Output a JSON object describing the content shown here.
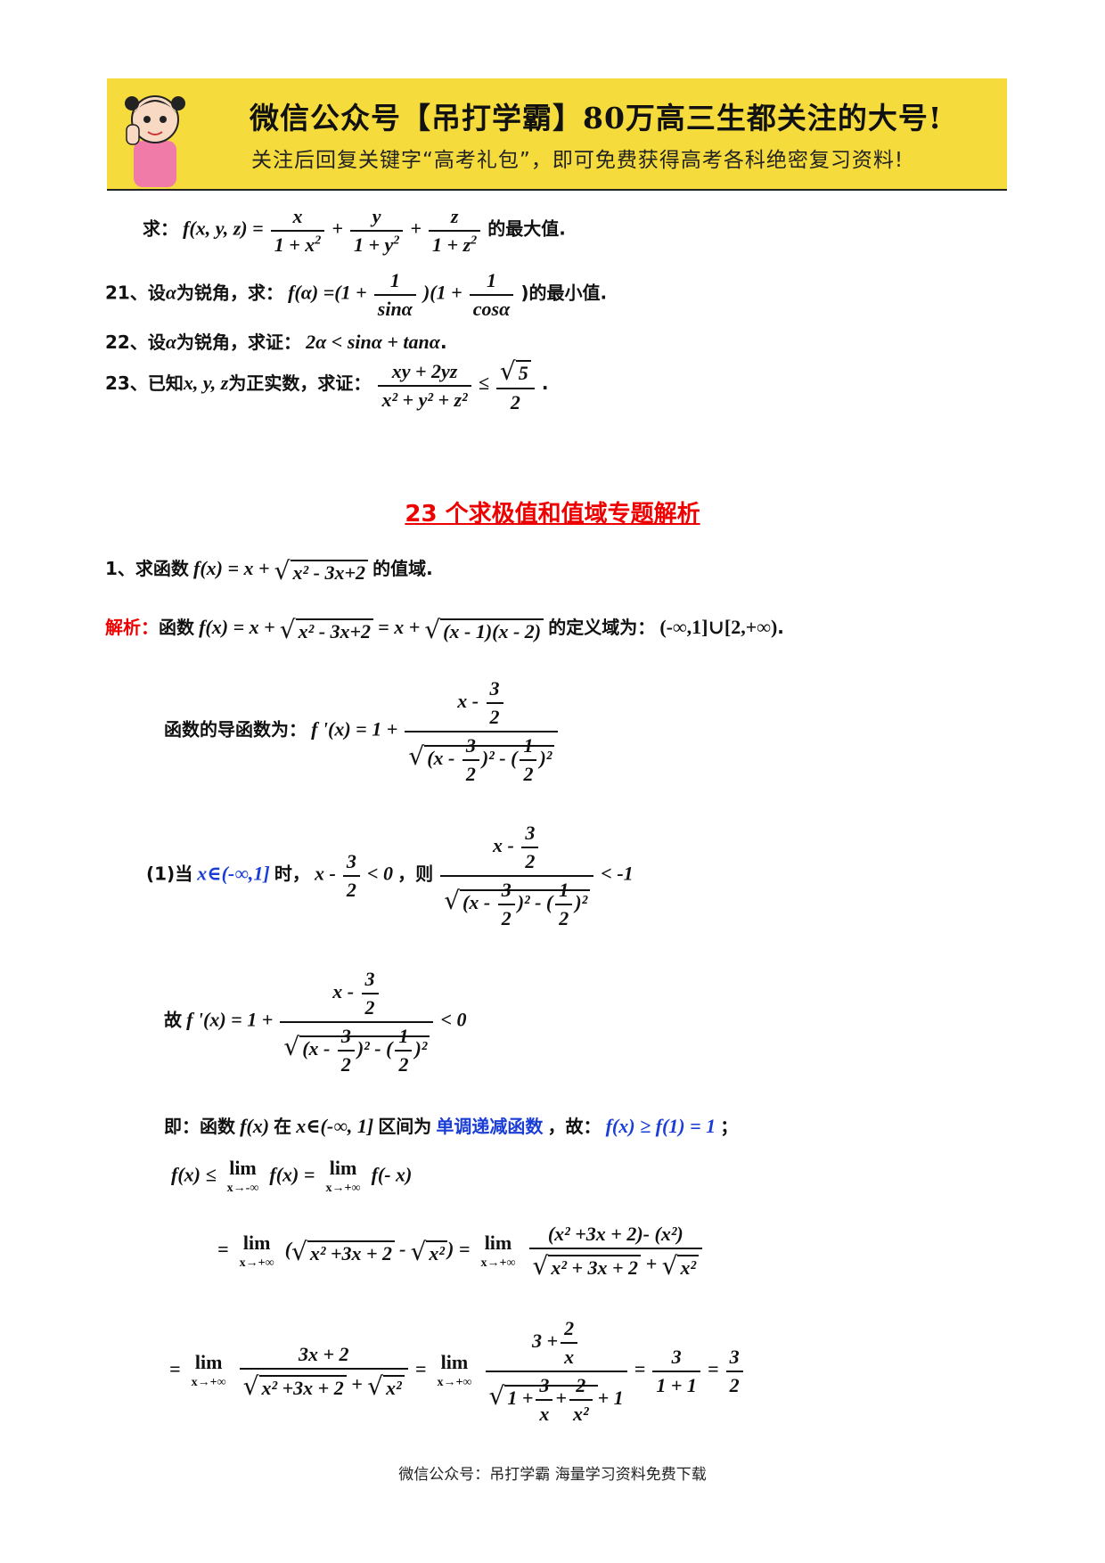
{
  "banner": {
    "line1": "微信公众号【吊打学霸】80万高三生都关注的大号!",
    "line2": "关注后回复关键字“高考礼包”，即可免费获得高考各科绝密复习资料!"
  },
  "p20": {
    "prefix": "求：",
    "lhs": "f(x, y, z) =",
    "n1": "x",
    "d1": "1 + x",
    "plus1": "+",
    "n2": "y",
    "d2": "1 + y",
    "plus2": "+",
    "n3": "z",
    "d3": "1 + z",
    "sq": "2",
    "suffix": "的最大值."
  },
  "p21": {
    "num": "21、设",
    "alpha": "α",
    "mid": "为锐角，求：",
    "lhs": "f(α) =(1 +",
    "n1": "1",
    "d1": "sinα",
    "mid2": ")(1 +",
    "n2": "1",
    "d2": "cosα",
    "suffix": ")的最小值."
  },
  "p22": {
    "num": "22、设",
    "alpha": "α",
    "mid": "为锐角，求证：",
    "expr": "2α < sinα + tanα",
    "dot": "."
  },
  "p23": {
    "num": "23、已知",
    "vars": "x, y, z",
    "mid": "为正实数，求证：",
    "n": "xy + 2yz",
    "d": "x² + y² + z²",
    "le": "≤",
    "rn": "5",
    "rd": "2",
    "dot": "."
  },
  "title": "23 个求极值和值域专题解析",
  "s1": {
    "num": "1、求函数",
    "lhs": "f(x) = x +",
    "rad": "x² - 3x+2",
    "suffix": "的值域."
  },
  "sol": {
    "label": "解析：",
    "t1": "函数",
    "lhs": "f(x) = x +",
    "rad1": "x² - 3x+2",
    "eq": "= x +",
    "rad2": "(x - 1)(x - 2)",
    "t2": "的定义域为：",
    "dom": "(-∞,1]∪[2,+∞)",
    "dot": "."
  },
  "deriv": {
    "label": "函数的导函数为：",
    "lhs": "f '(x) = 1 +",
    "n": "x -",
    "three": "3",
    "two": "2",
    "rad": "(x -",
    "sq": ")² - (",
    "half1": "1",
    "half2": "2",
    "tail": ")²"
  },
  "case1": {
    "label": "(1)当",
    "cond": "x∈(-∞,1]",
    "t1": "时，",
    "expr": "x -",
    "lt0": "< 0",
    "t2": "，则",
    "lt": "< -1"
  },
  "hence": {
    "label": "故",
    "lhs": "f '(x) = 1 +",
    "lt0": "< 0"
  },
  "concl": {
    "t1": "即：函数",
    "fx": "f(x)",
    "t2": "在",
    "dom": "x∈(-∞, 1]",
    "t3": "区间为",
    "mono": "单调递减函数",
    "t4": "，故：",
    "res": "f(x) ≥ f(1) = 1",
    "semi": "；"
  },
  "lim1": {
    "a": "f(x) ≤",
    "lim": "lim",
    "sub1": "x→-∞",
    "b": "f(x) =",
    "sub2": "x→+∞",
    "c": "f(- x)"
  },
  "lim2": {
    "eq": "=",
    "lim": "lim",
    "sub": "x→+∞",
    "r1": "x² +3x + 2",
    "minus": "-",
    "r2": "x²",
    "eq2": ") =",
    "n": "(x² +3x + 2)- (x²)",
    "d1": "x² + 3x + 2",
    "d2": "x²"
  },
  "lim3": {
    "eq": "=",
    "lim": "lim",
    "sub": "x→+∞",
    "n1": "3x + 2",
    "d1a": "x² +3x + 2",
    "d1b": "x²",
    "n2a": "3 +",
    "n2b": "2",
    "n2c": "x",
    "in1": "1 +",
    "in2": "3",
    "in3": "x",
    "in4": "+",
    "in5": "2",
    "in6": "x²",
    "p1": "+ 1",
    "r1": "3",
    "r2": "1 + 1",
    "r3": "3",
    "r4": "2",
    "eqs": "="
  },
  "footer": "微信公众号：吊打学霸  海量学习资料免费下载"
}
